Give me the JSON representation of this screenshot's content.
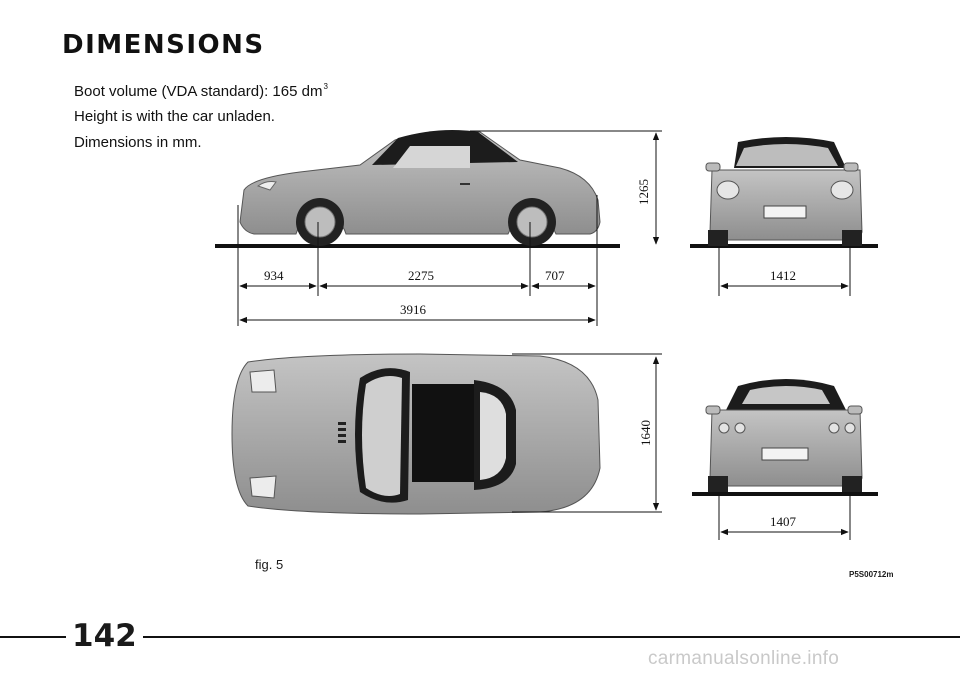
{
  "page": {
    "title": "DIMENSIONS",
    "boot_volume_text": "Boot volume (VDA standard): 165 dm",
    "boot_volume_superscript": "3",
    "height_note": "Height is with the car unladen.",
    "units_note": "Dimensions in mm.",
    "figure_label": "fig. 5",
    "figure_code": "P5S00712m",
    "page_number": "142",
    "watermark": "carmanualsonline.info"
  },
  "dimensions": {
    "front_overhang": "934",
    "wheelbase": "2275",
    "rear_overhang": "707",
    "overall_length": "3916",
    "height": "1265",
    "front_track": "1412",
    "width": "1640",
    "rear_track": "1407"
  },
  "colors": {
    "car_body": "#a9a9a9",
    "car_dark": "#2a2a2a",
    "ink": "#111111"
  }
}
